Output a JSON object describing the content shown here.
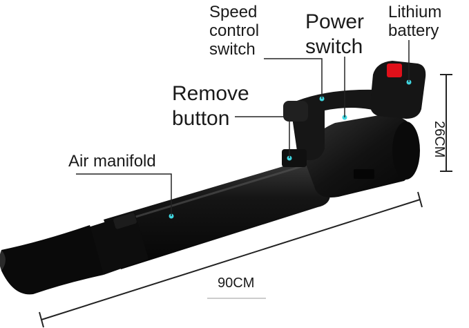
{
  "labels": {
    "speed_control_switch": "Speed\ncontrol\nswitch",
    "power_switch": "Power\nswitch",
    "lithium_battery": "Lithium\nbattery",
    "remove_button": "Remove\nbutton",
    "air_manifold": "Air manifold",
    "length": "90CM",
    "height": "26CM"
  },
  "colors": {
    "body": "#111111",
    "body_highlight": "#2e2e2e",
    "battery_button": "#e0101a",
    "marker": "#3fd6e0",
    "leader_line": "#222222"
  }
}
